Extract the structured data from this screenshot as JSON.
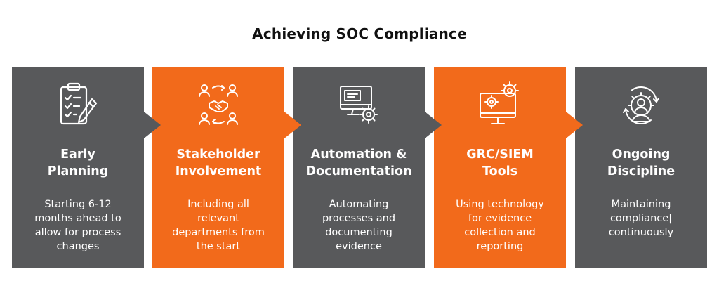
{
  "title": "Achieving SOC Compliance",
  "steps": [
    {
      "title_lines": [
        "Early",
        "Planning"
      ],
      "desc_lines": [
        "Starting 6-12",
        "months ahead to",
        "allow for process",
        "changes"
      ],
      "icon": "clipboard-checklist-icon",
      "color": "#58595b"
    },
    {
      "title_lines": [
        "Stakeholder",
        "Involvement"
      ],
      "desc_lines": [
        "Including all",
        "relevant",
        "departments from",
        "the start"
      ],
      "icon": "handshake-people-icon",
      "color": "#f26a1b"
    },
    {
      "title_lines": [
        "Automation &",
        "Documentation"
      ],
      "desc_lines": [
        "Automating",
        "processes and",
        "documenting",
        "evidence"
      ],
      "icon": "computer-gear-icon",
      "color": "#58595b"
    },
    {
      "title_lines": [
        "GRC/SIEM",
        "Tools"
      ],
      "desc_lines": [
        "Using technology",
        "for evidence",
        "collection and",
        "reporting"
      ],
      "icon": "monitor-gears-icon",
      "color": "#f26a1b"
    },
    {
      "title_lines": [
        "Ongoing",
        "Discipline"
      ],
      "desc_lines": [
        "Maintaining",
        "compliance|",
        "continuously"
      ],
      "icon": "person-cycle-gear-icon",
      "color": "#58595b"
    }
  ]
}
